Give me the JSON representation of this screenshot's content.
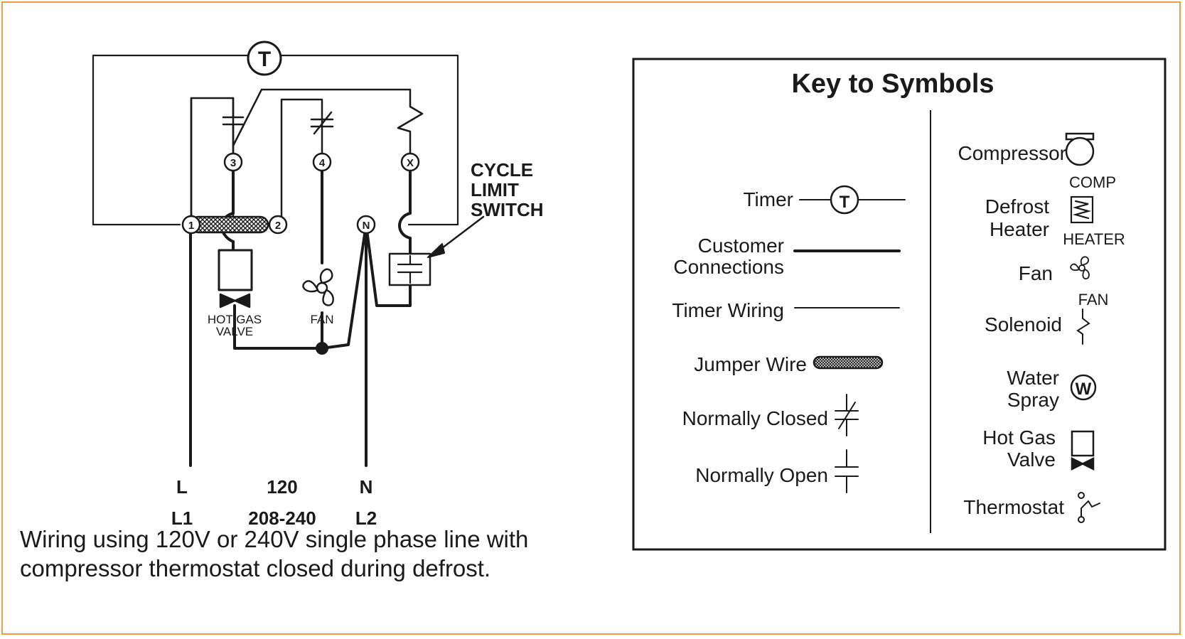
{
  "colors": {
    "border": "#e8a040",
    "ink": "#1a1a1a",
    "background": "#ffffff"
  },
  "diagram": {
    "timer_symbol": "T",
    "terminals": {
      "t1": "1",
      "t2": "2",
      "t3": "3",
      "t4": "4",
      "tx": "X",
      "tn": "N"
    },
    "cycle_limit_switch": [
      "CYCLE",
      "LIMIT",
      "SWITCH"
    ],
    "hot_gas_valve": [
      "HOT GAS",
      "VALVE"
    ],
    "fan": "FAN",
    "bottom_labels": {
      "row1": {
        "left": "L",
        "middle": "120",
        "right": "N"
      },
      "row2": {
        "left": "L1",
        "middle": "208-240",
        "right": "L2"
      }
    }
  },
  "key": {
    "title": "Key to Symbols",
    "left_items": {
      "timer": {
        "label": "Timer",
        "symbol": "T"
      },
      "customer_connections": {
        "line1": "Customer",
        "line2": "Connections"
      },
      "timer_wiring": "Timer Wiring",
      "jumper_wire": "Jumper Wire",
      "normally_closed": "Normally Closed",
      "normally_open": "Normally Open"
    },
    "right_items": {
      "compressor": {
        "label": "Compressor",
        "sub": "COMP"
      },
      "defrost_heater": {
        "line1": "Defrost",
        "line2": "Heater",
        "sub": "HEATER"
      },
      "fan": {
        "label": "Fan",
        "sub": "FAN"
      },
      "solenoid": "Solenoid",
      "water_spray": {
        "line1": "Water",
        "line2": "Spray",
        "symbol": "W"
      },
      "hot_gas_valve": {
        "line1": "Hot Gas",
        "line2": "Valve"
      },
      "thermostat": "Thermostat"
    }
  },
  "caption": {
    "line1": "Wiring using 120V or 240V single phase line with",
    "line2": "compressor thermostat closed during defrost."
  }
}
